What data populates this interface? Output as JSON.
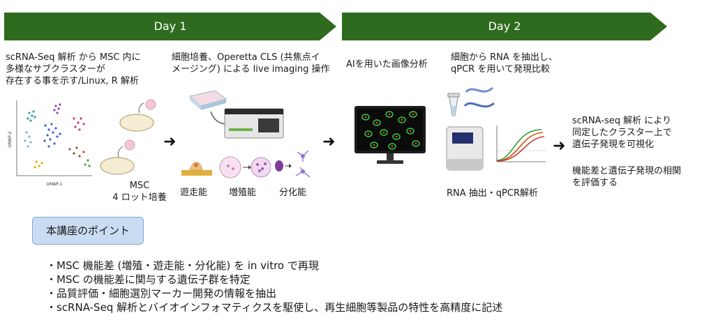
{
  "banners": {
    "day1": "Day 1",
    "day2": "Day 2",
    "color": "#2f6b1f"
  },
  "steps": {
    "scrna": "scRNA-Seq  解析 から MSC 内に\n多様なサブクラスターが\n存在する事を示す/Linux, R  解析",
    "culture": "細胞培養、Operetta CLS (共焦点イ\nメージング) による live imaging 操作",
    "ai": "AIを用いた画像分析",
    "rna": "細胞から RNA を抽出し、\nqPCR を用いて発現比較",
    "result1": "scRNA-seq 解析 により\n同定したクラスター上で\n遺伝子発現を可視化",
    "result2": "機能差と遺伝子発現の相関\nを評価する"
  },
  "labels": {
    "msc": "MSC\n4 ロット培養",
    "migration": "遊走能",
    "proliferation": "増殖能",
    "differentiation": "分化能",
    "rna_qpcr": "RNA 抽出・qPCR解析",
    "umap_x": "UMAP-1",
    "umap_y": "UMAP-2"
  },
  "points": {
    "title": "本講座のポイント",
    "items": [
      "・MSC 機能差 (増殖・遊走能・分化能) を in vitro で再現",
      "・MSC の機能差に関与する遺伝子群を特定",
      "・品質評価・細胞選別マーカー開発の情報を抽出",
      "・scRNA-Seq 解析とバイオインフォマティクスを駆使し、再生細胞等製品の特性を高精度に記述"
    ]
  }
}
